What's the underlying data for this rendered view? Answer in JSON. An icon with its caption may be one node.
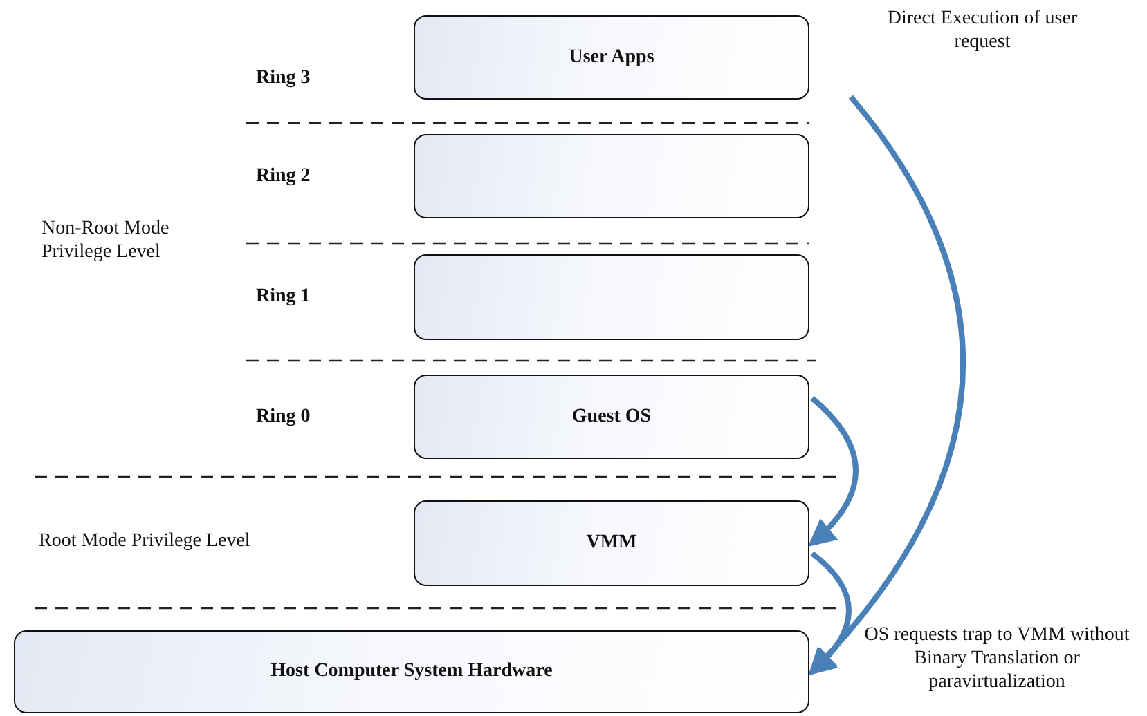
{
  "diagram": {
    "nodes": [
      {
        "text": [
          "User Apps"
        ]
      },
      {
        "text": [],
        "shape": "box"
      },
      {
        "text": [],
        "shape": "box"
      },
      {
        "text": [
          "Guest OS"
        ]
      },
      {
        "text": [
          "VMM"
        ]
      },
      {
        "text": [
          "Host Computer System Hardware"
        ]
      }
    ],
    "edges": [
      {
        "from": null,
        "to": 5,
        "arrow": "to"
      },
      {
        "from": 3,
        "to": 4,
        "arrow": "to"
      },
      {
        "from": 4,
        "to": 5,
        "arrow": "to"
      }
    ],
    "labels": [
      "Direct Execution of user request",
      "Ring 3",
      "Ring 2",
      "Non-Root Mode Privilege Level",
      "Ring 1",
      "Ring 0",
      "Root Mode Privilege Level",
      "OS requests trap to VMM without Binary Translation or paravirtualization"
    ]
  }
}
